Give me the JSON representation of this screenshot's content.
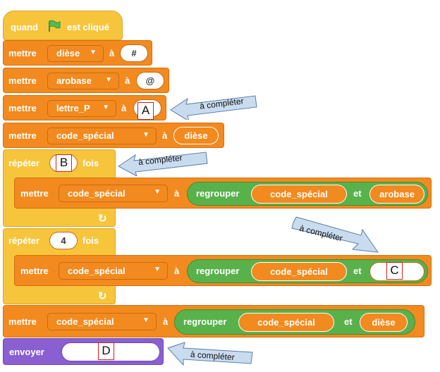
{
  "hat": {
    "label_quand": "quand",
    "flag_icon": "green-flag-icon",
    "label_clicked": "est cliqué"
  },
  "common": {
    "mettre": "mettre",
    "a": "à",
    "regrouper": "regrouper",
    "et": "et",
    "repeter": "répéter",
    "fois": "fois",
    "envoyer": "envoyer"
  },
  "set1": {
    "variable": "dièse",
    "value": "#"
  },
  "set2": {
    "variable": "arobase",
    "value": "@"
  },
  "set3": {
    "variable": "lettre_P",
    "value": ""
  },
  "set4": {
    "variable": "code_spécial",
    "value": "dièse"
  },
  "repeat1": {
    "count": "",
    "inner_variable": "code_spécial",
    "join_a": "code_spécial",
    "join_b": "arobase"
  },
  "repeat2": {
    "count": "4",
    "inner_variable": "code_spécial",
    "join_a": "code_spécial",
    "join_b": ""
  },
  "set5": {
    "variable": "code_spécial",
    "join_a": "code_spécial",
    "join_b": "dièse"
  },
  "send": {
    "value": ""
  },
  "markers": {
    "a": "A",
    "b": "B",
    "c": "C",
    "d": "D"
  },
  "annotations": {
    "arrow_a": "à compléter",
    "arrow_b": "à compléter",
    "arrow_c": "à compléter",
    "arrow_d": "à compléter"
  },
  "colors": {
    "events": "#f7c53c",
    "variables": "#f28a1f",
    "operators": "#59b14c",
    "send": "#8a5fd1",
    "callout": "#c9dcef"
  }
}
